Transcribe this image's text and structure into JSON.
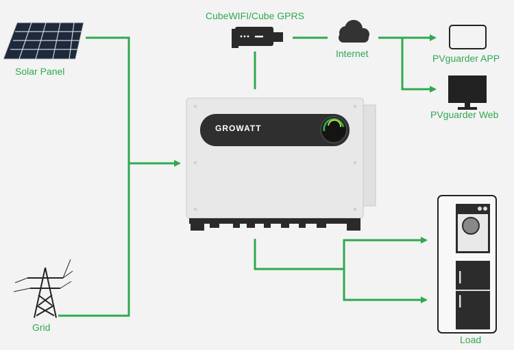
{
  "labels": {
    "solar_panel": "Solar Panel",
    "grid": "Grid",
    "cube": "CubeWIFI/Cube GPRS",
    "internet": "Internet",
    "app": "PVguarder APP",
    "web": "PVguarder Web",
    "load": "Load"
  },
  "inverter": {
    "brand": "GROWATT"
  },
  "colors": {
    "accent": "#2fa84f",
    "background": "#f3f3f3",
    "inverter_body": "#e6e6e6",
    "panel_dark": "#2f2f2f"
  },
  "icons": [
    "solar-panel-icon",
    "transmission-tower-icon",
    "cube-dongle-icon",
    "cloud-icon",
    "tablet-icon",
    "monitor-icon",
    "washing-machine-icon",
    "refrigerator-icon",
    "inverter-image"
  ]
}
